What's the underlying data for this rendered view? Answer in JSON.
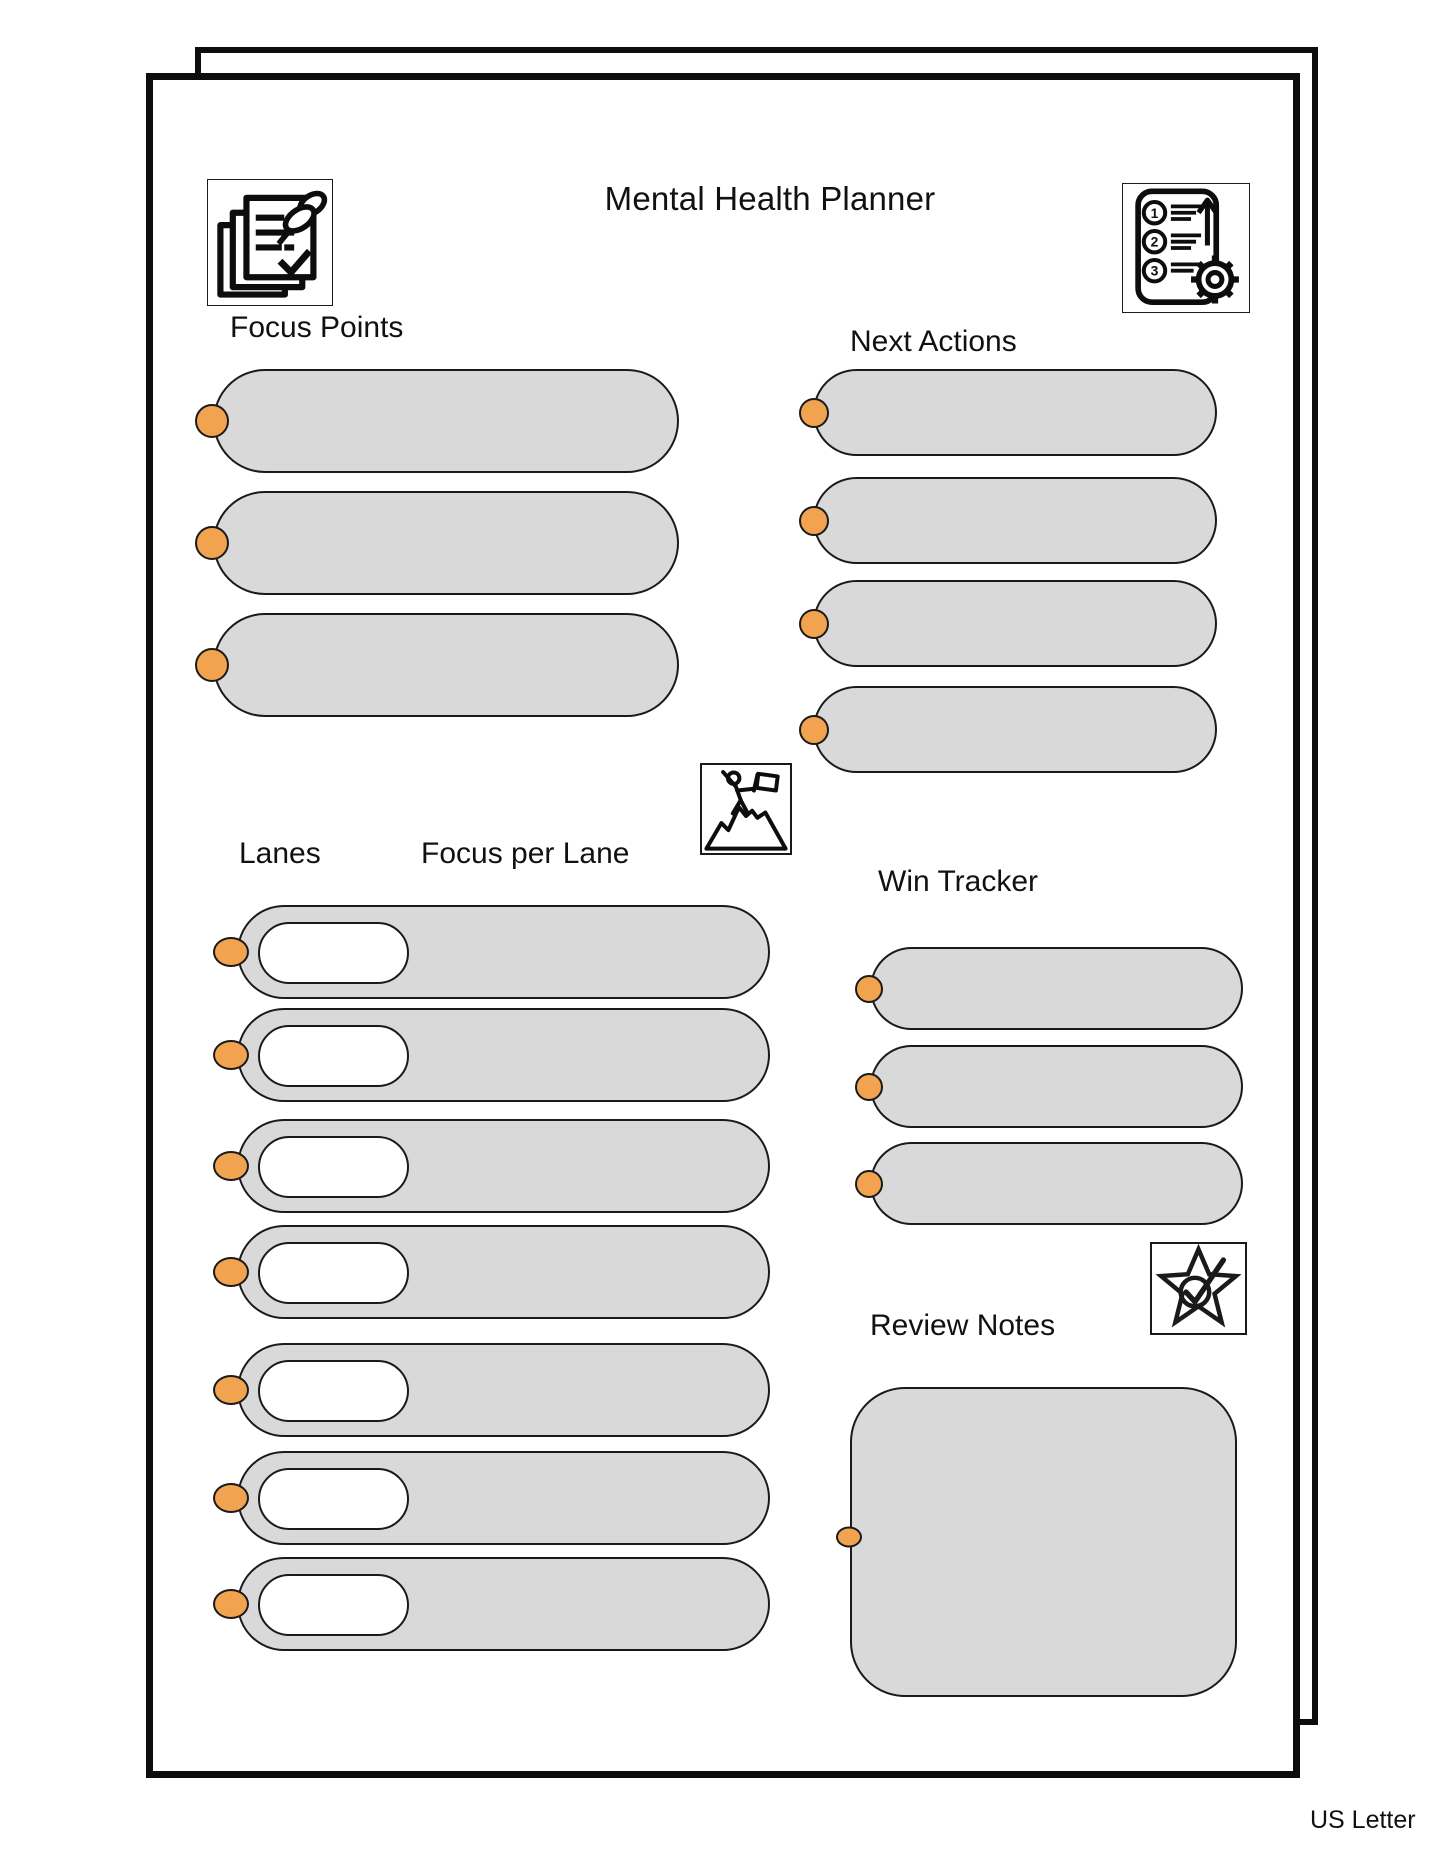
{
  "page": {
    "title": "Mental Health Planner",
    "paper_size_label": "US Letter"
  },
  "sections": {
    "focus_points": {
      "label": "Focus Points",
      "slot_count": 3
    },
    "next_actions": {
      "label": "Next Actions",
      "slot_count": 4
    },
    "lanes": {
      "label": "Lanes",
      "row_count": 7
    },
    "focus_per_lane": {
      "label": "Focus per Lane"
    },
    "win_tracker": {
      "label": "Win Tracker",
      "slot_count": 3
    },
    "review_notes": {
      "label": "Review Notes"
    }
  },
  "icons": {
    "focus_points": "notes-pushpin-icon",
    "next_actions": "numbered-list-gear-icon",
    "lanes": "mountain-climber-flag-icon",
    "win_tracker": "star-checkmark-icon"
  },
  "colors": {
    "accent_orange": "#F1A350",
    "slot_gray": "#D9D9D9",
    "line_black": "#0d0d0d"
  }
}
